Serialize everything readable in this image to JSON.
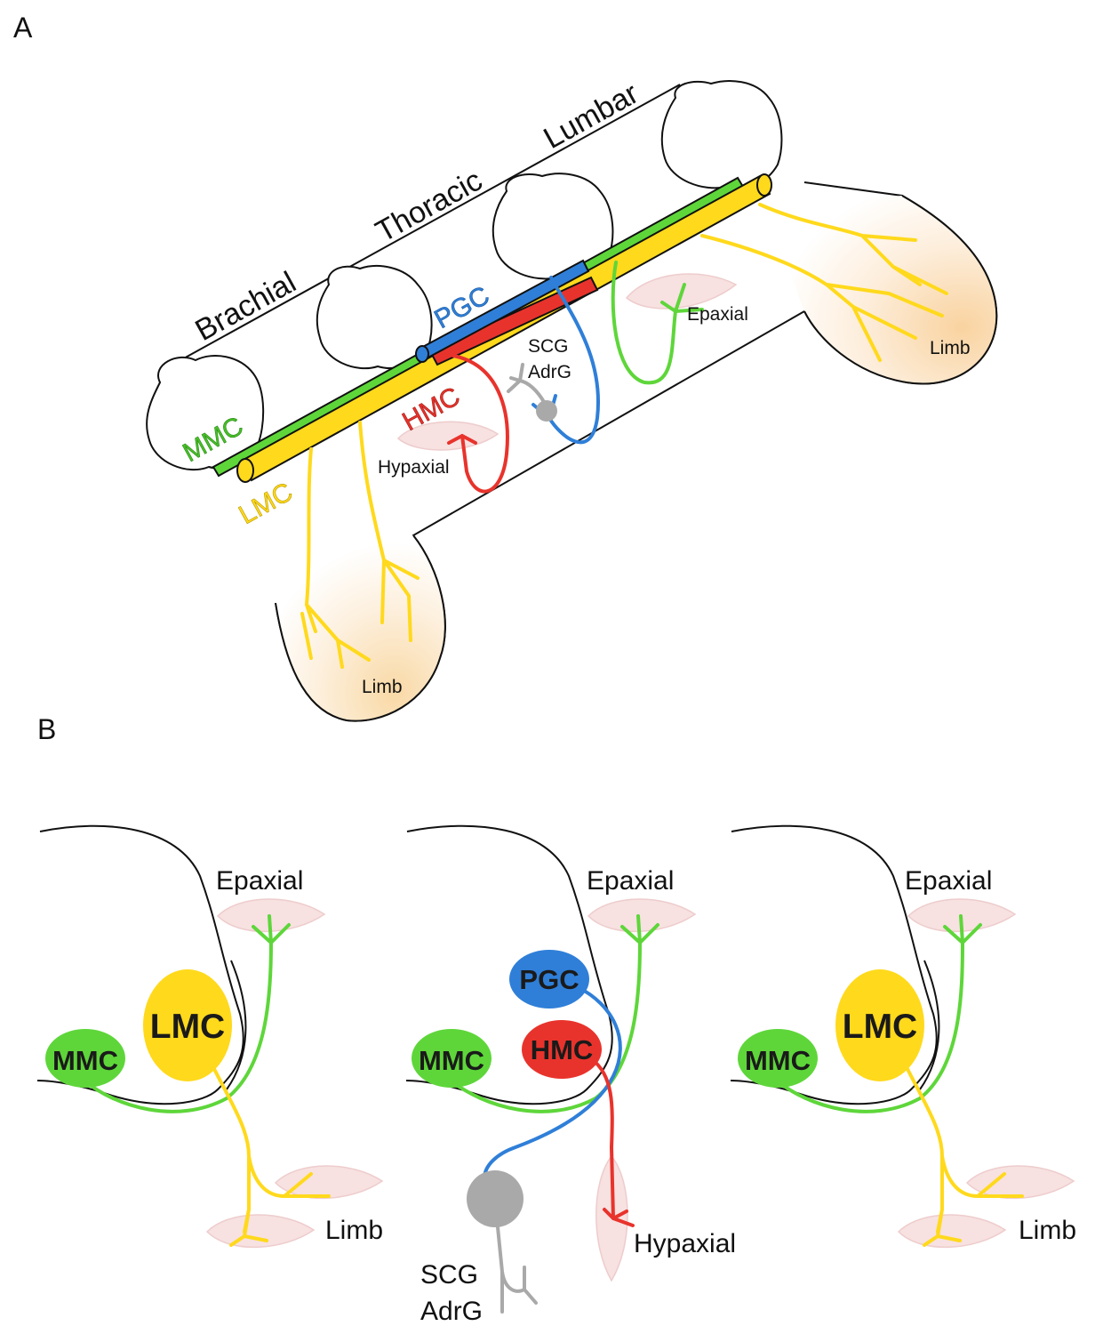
{
  "panel_a": {
    "letter": "A",
    "regions": [
      "Brachial",
      "Thoracic",
      "Lumbar"
    ],
    "columns": {
      "mmc": "MMC",
      "lmc": "LMC",
      "pgc": "PGC",
      "hmc": "HMC"
    },
    "targets": {
      "hypaxial": "Hypaxial",
      "scg": "SCG",
      "adrg": "AdrG",
      "epaxial": "Epaxial",
      "limb_forelimb": "Limb",
      "limb_hindlimb": "Limb"
    }
  },
  "panel_b": {
    "letter": "B",
    "left": {
      "epaxial": "Epaxial",
      "lmc": "LMC",
      "mmc": "MMC",
      "limb": "Limb"
    },
    "middle": {
      "epaxial": "Epaxial",
      "pgc": "PGC",
      "hmc": "HMC",
      "mmc": "MMC",
      "hypaxial": "Hypaxial",
      "scg": "SCG",
      "adrg": "AdrG"
    },
    "right": {
      "epaxial": "Epaxial",
      "lmc": "LMC",
      "mmc": "MMC",
      "limb": "Limb"
    }
  },
  "colors": {
    "mmc": "#5ed63a",
    "lmc": "#ffd91c",
    "pgc": "#2f7fd8",
    "hmc": "#e8332c",
    "ganglion": "#a9a9a9",
    "limb_fill": "#fbe2bd",
    "muscle": "#f6dcdc"
  }
}
